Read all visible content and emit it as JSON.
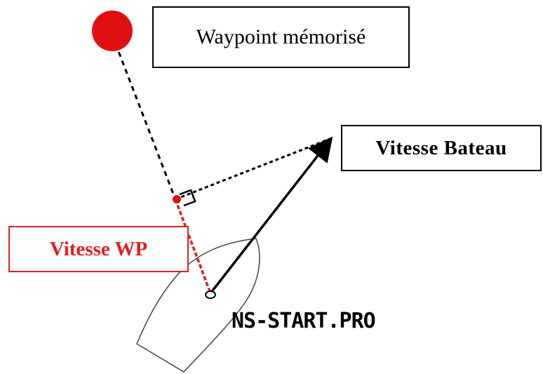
{
  "labels": {
    "waypoint": "Waypoint mémorisé",
    "boat_speed": "Vitesse Bateau",
    "wp_speed": "Vitesse WP",
    "brand": "NS-START.PRO"
  },
  "colors": {
    "waypoint_marker": "#e01010",
    "wp_speed": "#e02020",
    "lines": "#000000"
  }
}
